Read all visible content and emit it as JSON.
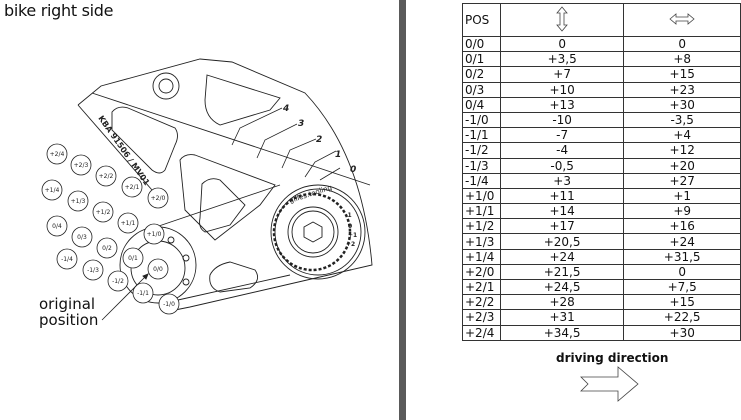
{
  "title": "bike right side",
  "annotation": [
    "original",
    "position"
  ],
  "drawing": {
    "engraving": "KBA 91506 / MV01",
    "brand": "gilles.tooling",
    "scale_marks": [
      "0",
      "1",
      "2",
      "3",
      "4"
    ],
    "eccentric_marks": [
      "-1",
      "0",
      "+1",
      "+2"
    ],
    "positions": [
      "+2/4",
      "+2/3",
      "+2/2",
      "+2/1",
      "+2/0",
      "+1/4",
      "+1/3",
      "+1/2",
      "+1/1",
      "+1/0",
      "0/4",
      "0/3",
      "0/2",
      "0/1",
      "0/0",
      "-1/4",
      "-1/3",
      "-1/2",
      "-1/1",
      "-1/0"
    ]
  },
  "table": {
    "header": {
      "pos": "POS",
      "vertical_icon": "vertical-arrow-icon",
      "horizontal_icon": "horizontal-arrow-icon"
    },
    "rows": [
      [
        "0/0",
        "0",
        "0"
      ],
      [
        "0/1",
        "+3,5",
        "+8"
      ],
      [
        "0/2",
        "+7",
        "+15"
      ],
      [
        "0/3",
        "+10",
        "+23"
      ],
      [
        "0/4",
        "+13",
        "+30"
      ],
      [
        "-1/0",
        "-10",
        "-3,5"
      ],
      [
        "-1/1",
        "-7",
        "+4"
      ],
      [
        "-1/2",
        "-4",
        "+12"
      ],
      [
        "-1/3",
        "-0,5",
        "+20"
      ],
      [
        "-1/4",
        "+3",
        "+27"
      ],
      [
        "+1/0",
        "+11",
        "+1"
      ],
      [
        "+1/1",
        "+14",
        "+9"
      ],
      [
        "+1/2",
        "+17",
        "+16"
      ],
      [
        "+1/3",
        "+20,5",
        "+24"
      ],
      [
        "+1/4",
        "+24",
        "+31,5"
      ],
      [
        "+2/0",
        "+21,5",
        "0"
      ],
      [
        "+2/1",
        "+24,5",
        "+7,5"
      ],
      [
        "+2/2",
        "+28",
        "+15"
      ],
      [
        "+2/3",
        "+31",
        "+22,5"
      ],
      [
        "+2/4",
        "+34,5",
        "+30"
      ]
    ]
  },
  "driving_direction": "driving direction"
}
